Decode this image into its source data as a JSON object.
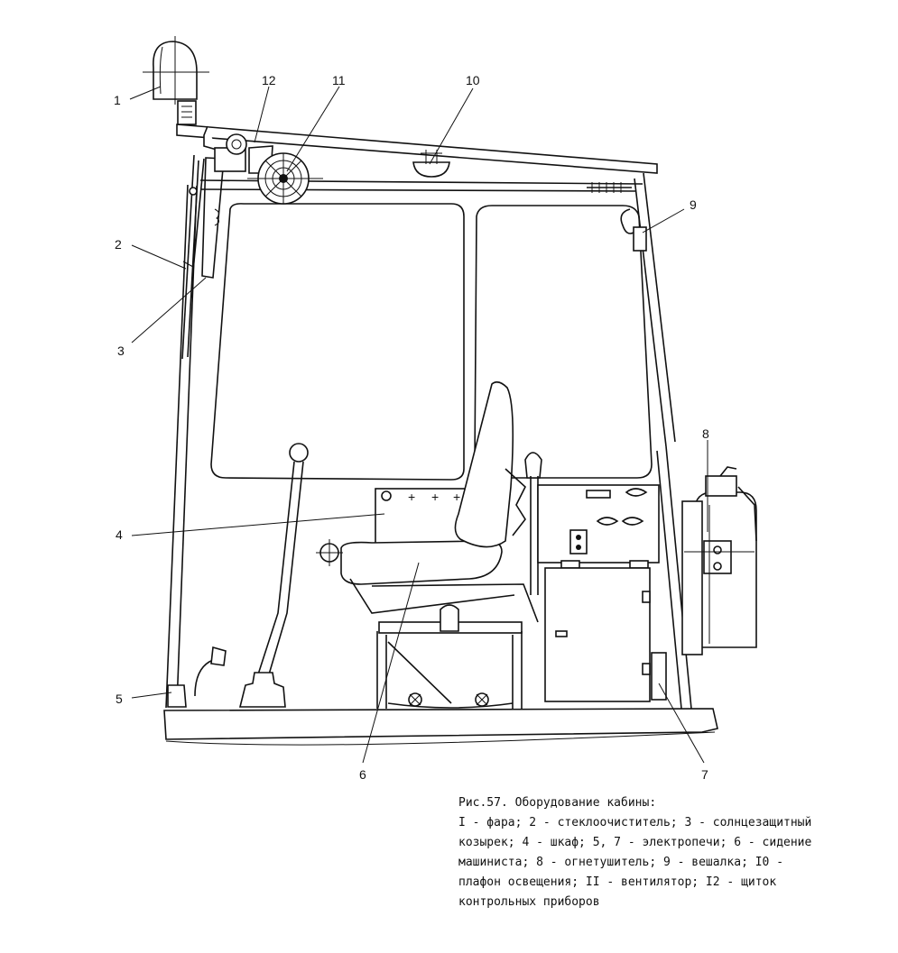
{
  "callouts": [
    "1",
    "2",
    "3",
    "4",
    "5",
    "6",
    "7",
    "8",
    "9",
    "10",
    "11",
    "12"
  ],
  "caption": {
    "title": "Рис.57. Оборудование кабины:",
    "lines": [
      "I - фара; 2 - стеклоочиститель; 3 - солнцезащитный",
      "козырек; 4 - шкаф; 5, 7 - электропечи; 6 - сидение",
      "машиниста; 8 - огнетушитель; 9 - вешалка; I0 -",
      "плафон освещения; II - вентилятор; I2 - щиток",
      "контрольных приборов"
    ]
  },
  "panel_symbols": [
    "+",
    "+",
    "+"
  ]
}
